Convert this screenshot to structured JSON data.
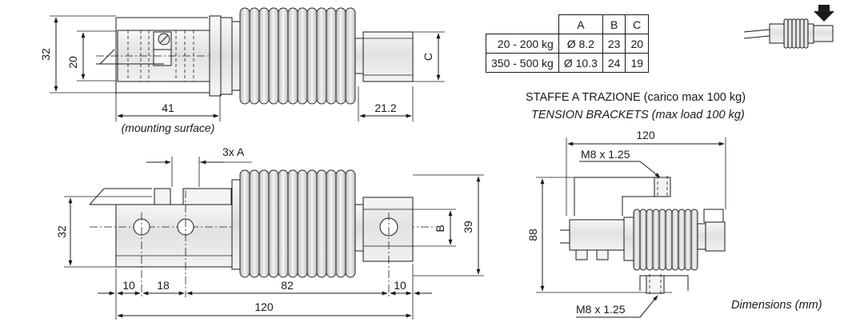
{
  "table": {
    "headers": [
      "A",
      "B",
      "C"
    ],
    "rows": [
      {
        "range": "20 - 200 kg",
        "a": "Ø 8.2",
        "b": "23",
        "c": "20"
      },
      {
        "range": "350 - 500 kg",
        "a": "Ø 10.3",
        "b": "24",
        "c": "19"
      }
    ]
  },
  "captions": {
    "tension_it": "STAFFE A TRAZIONE (carico max 100 kg)",
    "tension_en": "TENSION BRACKETS (max load 100 kg)",
    "mounting_surface": "(mounting surface)",
    "units": "Dimensions (mm)"
  },
  "dimensions": {
    "side_height": "32",
    "side_inner": "20",
    "side_c": "C",
    "side_mount": "41",
    "side_end": "21.2",
    "top_holes": "3x A",
    "top_height": "32",
    "top_b": "B",
    "top_39": "39",
    "top_10a": "10",
    "top_18": "18",
    "top_82": "82",
    "top_10b": "10",
    "top_total": "120",
    "bracket_width": "120",
    "bracket_height": "88",
    "thread_top": "M8 x 1.25",
    "thread_bottom": "M8 x 1.25"
  }
}
